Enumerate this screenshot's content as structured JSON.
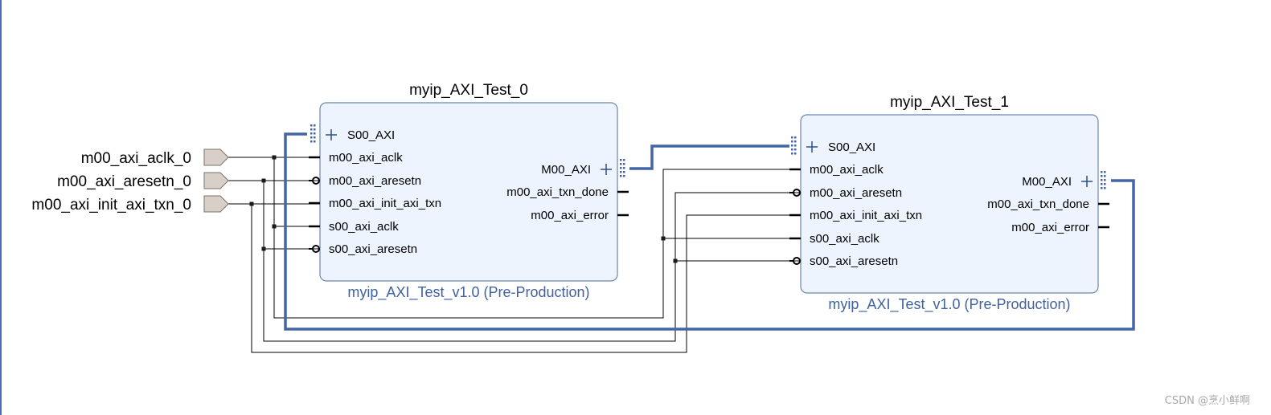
{
  "colors": {
    "block_fill": "#edf4fd",
    "block_stroke": "#6b86ad",
    "bus": "#4465a8",
    "wire": "#000000",
    "subtitle": "#3f62a5",
    "port_fill": "#d8d0c8",
    "port_stroke": "#7a7068"
  },
  "external_ports": [
    {
      "id": "aclk",
      "label": "m00_axi_aclk_0"
    },
    {
      "id": "aresetn",
      "label": "m00_axi_aresetn_0"
    },
    {
      "id": "init",
      "label": "m00_axi_init_axi_txn_0"
    }
  ],
  "blocks": [
    {
      "id": "b0",
      "title": "myip_AXI_Test_0",
      "subtitle": "myip_AXI_Test_v1.0 (Pre-Production)",
      "bus_in": "S00_AXI",
      "bus_out": "M00_AXI",
      "inputs": [
        {
          "label": "m00_axi_aclk",
          "inverted": false
        },
        {
          "label": "m00_axi_aresetn",
          "inverted": true
        },
        {
          "label": "m00_axi_init_axi_txn",
          "inverted": false
        },
        {
          "label": "s00_axi_aclk",
          "inverted": false
        },
        {
          "label": "s00_axi_aresetn",
          "inverted": true
        }
      ],
      "outputs": [
        "m00_axi_txn_done",
        "m00_axi_error"
      ]
    },
    {
      "id": "b1",
      "title": "myip_AXI_Test_1",
      "subtitle": "myip_AXI_Test_v1.0 (Pre-Production)",
      "bus_in": "S00_AXI",
      "bus_out": "M00_AXI",
      "inputs": [
        {
          "label": "m00_axi_aclk",
          "inverted": false
        },
        {
          "label": "m00_axi_aresetn",
          "inverted": true
        },
        {
          "label": "m00_axi_init_axi_txn",
          "inverted": false
        },
        {
          "label": "s00_axi_aclk",
          "inverted": false
        },
        {
          "label": "s00_axi_aresetn",
          "inverted": true
        }
      ],
      "outputs": [
        "m00_axi_txn_done",
        "m00_axi_error"
      ]
    }
  ],
  "watermark": "CSDN @烹小鲜啊"
}
